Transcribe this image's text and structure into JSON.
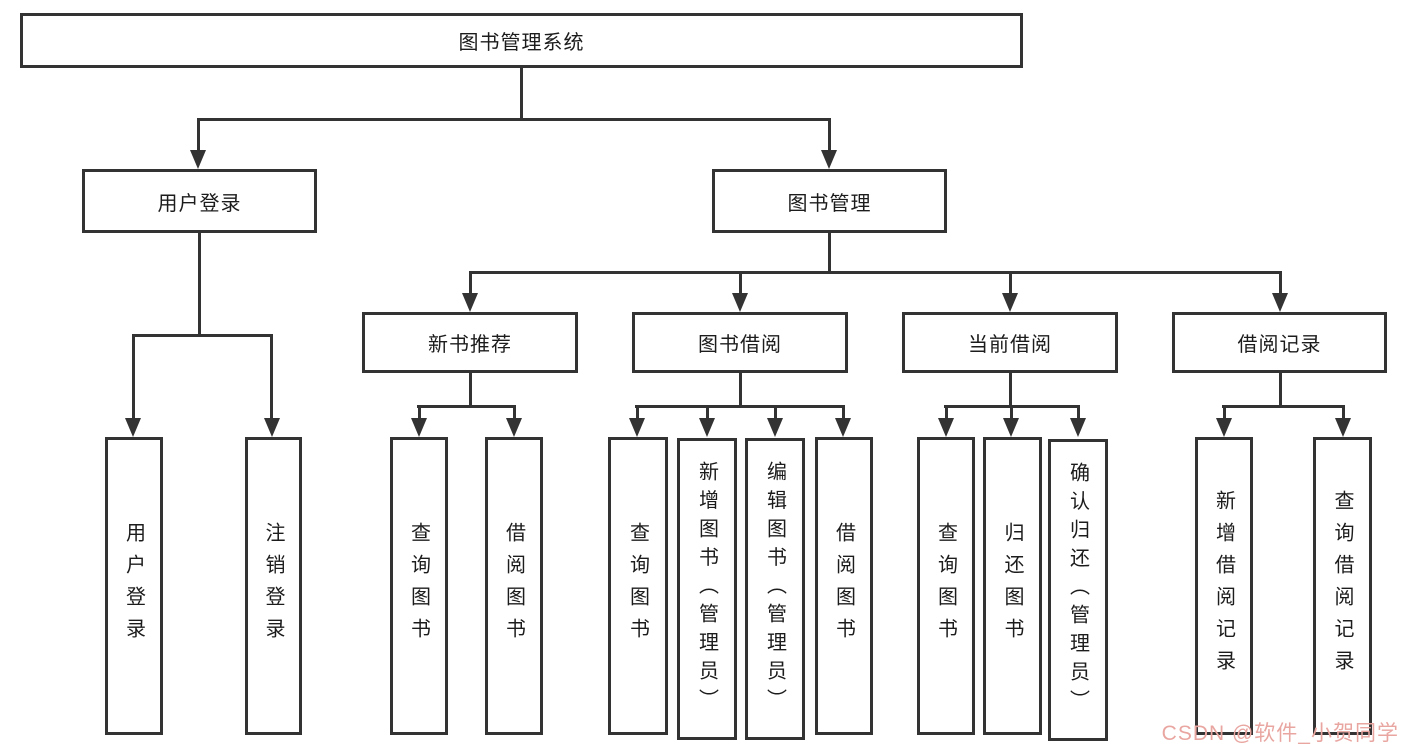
{
  "tree": {
    "root": {
      "label": "图书管理系统"
    },
    "branches": [
      {
        "label": "用户登录",
        "children": [
          {
            "label": "用户登录"
          },
          {
            "label": "注销登录"
          }
        ]
      },
      {
        "label": "图书管理",
        "children": [
          {
            "label": "新书推荐",
            "children": [
              {
                "label": "查询图书"
              },
              {
                "label": "借阅图书"
              }
            ]
          },
          {
            "label": "图书借阅",
            "children": [
              {
                "label": "查询图书"
              },
              {
                "label": "新增图书（管理员）"
              },
              {
                "label": "编辑图书（管理员）"
              },
              {
                "label": "借阅图书"
              }
            ]
          },
          {
            "label": "当前借阅",
            "children": [
              {
                "label": "查询图书"
              },
              {
                "label": "归还图书"
              },
              {
                "label": "确认归还（管理员）"
              }
            ]
          },
          {
            "label": "借阅记录",
            "children": [
              {
                "label": "新增借阅记录"
              },
              {
                "label": "查询借阅记录"
              }
            ]
          }
        ]
      }
    ]
  },
  "watermark": {
    "text": "CSDN @软件_小贺同学"
  },
  "colors": {
    "line": "#333333",
    "text": "#1c1c1c",
    "watermark": "#e9a6a1",
    "background": "#ffffff"
  }
}
